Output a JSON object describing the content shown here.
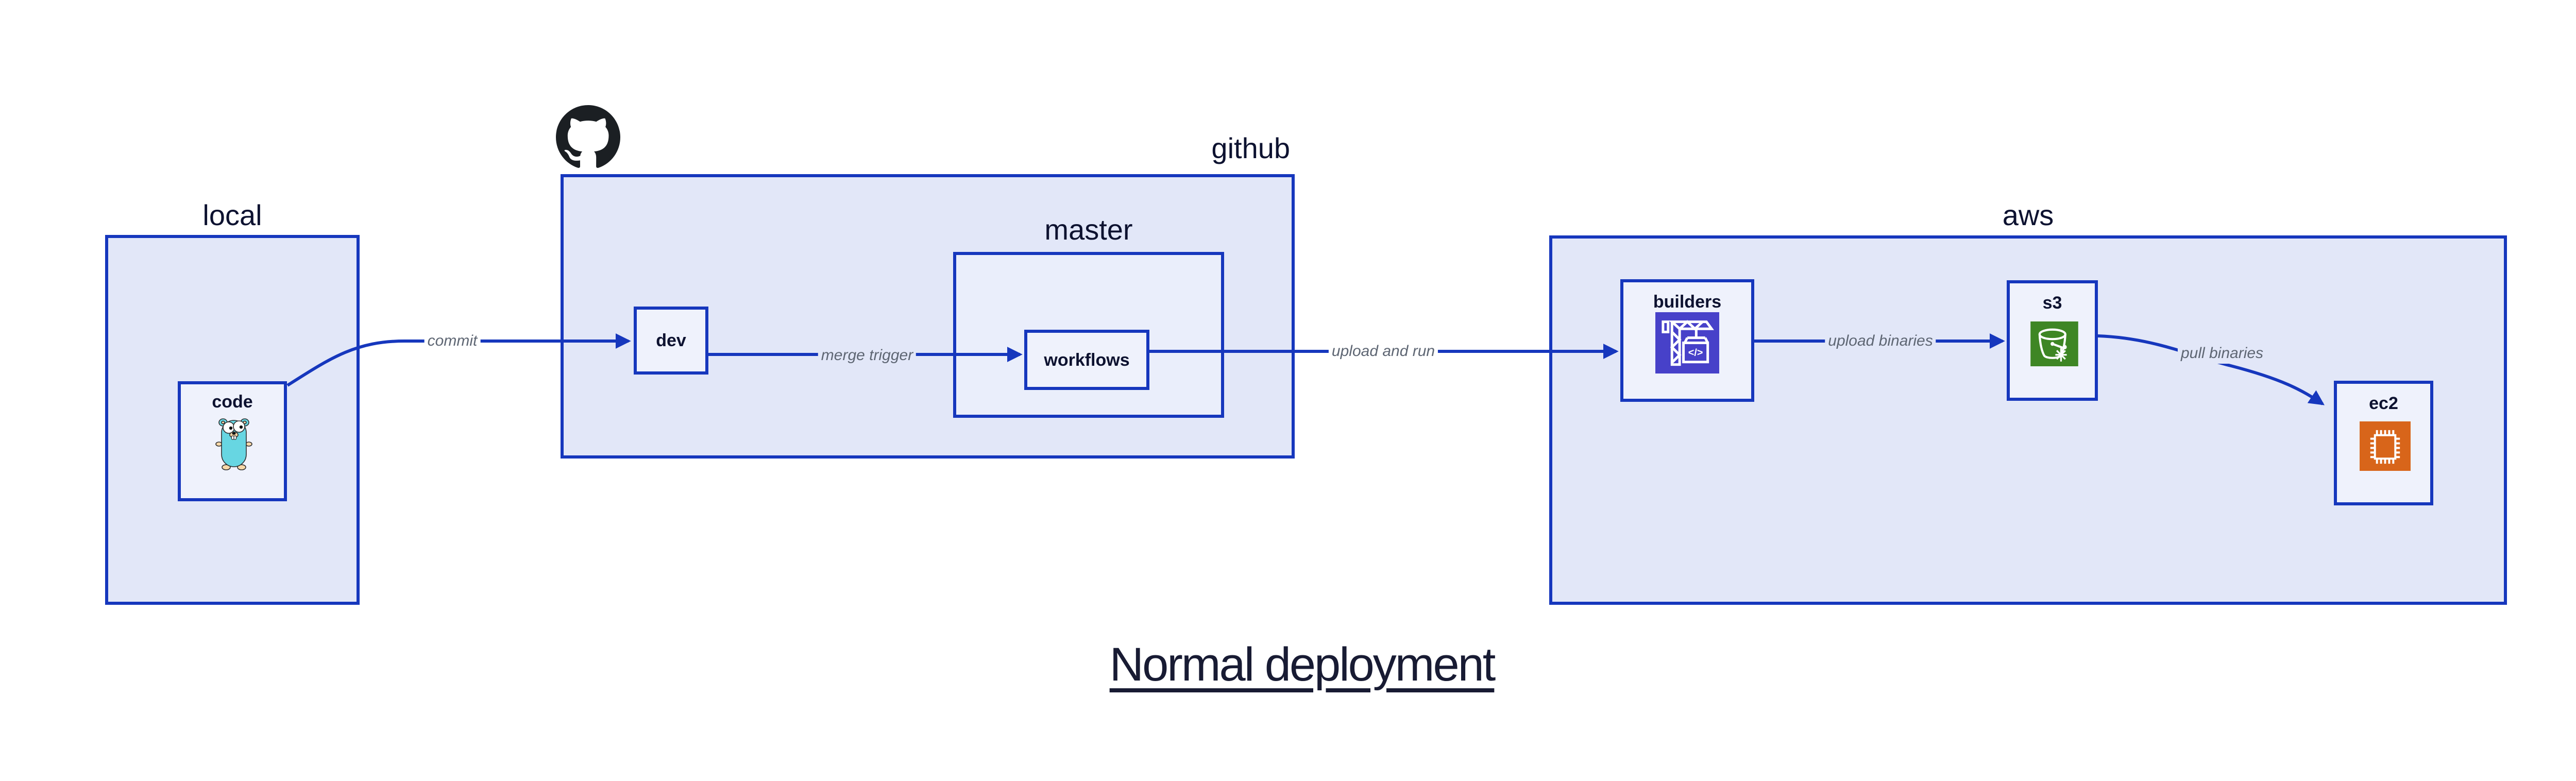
{
  "title": {
    "text": "Normal deployment"
  },
  "groups": {
    "local": {
      "label": "local"
    },
    "github": {
      "label": "github"
    },
    "master": {
      "label": "master"
    },
    "aws": {
      "label": "aws"
    }
  },
  "nodes": {
    "code": {
      "label": "code",
      "icon": "go-gopher-icon"
    },
    "dev": {
      "label": "dev"
    },
    "workflows": {
      "label": "workflows"
    },
    "builders": {
      "label": "builders",
      "icon": "codebuild-crane-icon",
      "icon_glyph": "</>",
      "icon_color": "#4741c9"
    },
    "s3": {
      "label": "s3",
      "icon": "s3-bucket-icon",
      "icon_color": "#3e8624"
    },
    "ec2": {
      "label": "ec2",
      "icon": "ec2-chip-icon",
      "icon_color": "#d8651a"
    }
  },
  "edges": {
    "commit": {
      "label": "commit"
    },
    "merge_trigger": {
      "label": "merge trigger"
    },
    "upload_and_run": {
      "label": "upload and run"
    },
    "upload_binaries": {
      "label": "upload binaries"
    },
    "pull_binaries": {
      "label": "pull binaries"
    }
  },
  "colors": {
    "line": "#1637bd",
    "box_border": "#1637bd",
    "outer_fill": "#e2e7f8",
    "mid_fill": "#eaeefb",
    "leaf_fill": "#eff2fc",
    "label_text": "#0d1230",
    "edge_label_text": "#5e6673",
    "octocat": "#1b1f23",
    "gopher_body": "#67d6e2"
  }
}
